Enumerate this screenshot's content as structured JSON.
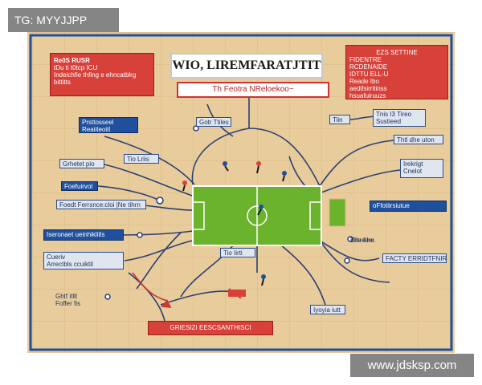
{
  "watermark_top": "TG: MYYJJPP",
  "watermark_bottom": "www.jdsksp.com",
  "title": "WIO, LIREMFARATJTIT",
  "subtitle": "Th Feotra NReloekoo~",
  "labels": {
    "tl_red_1": "Re0S RUSR",
    "tl_red_2": "tDu ti t0tcp ICU",
    "tl_red_3": "Indeichfie thfing e ehncatblrg",
    "tl_red_4": "bittitts",
    "tr_red_1": "EZS SETTINE",
    "tr_red_2": "FIDENTRE",
    "tr_red_3": "RCDENAIDE",
    "tr_red_4": "IDTTU ELL-U",
    "tr_red_5": "Reade Ibo",
    "tr_red_6": "aedifsirritinss",
    "tr_red_7": "hsuafuiruuzs",
    "l1_a": "Prsttosseel",
    "l1_b": "Reaiiteoitl",
    "l2": "Tio Lriis",
    "l3_pre": "Grhetet",
    "l3": "pio",
    "l4": "Foefuirvol",
    "l5": "Foedt Ferrsnce:cloi |Ne tihrn",
    "l6": "Iseronaet ueinhiklitls",
    "l7_pre": "Cueriv",
    "l7": "Arrectbls ccuiktil",
    "l8_a": "Ghtf itllt",
    "l8_b": "Foffer fis",
    "c1": "Gotr Ttiles",
    "c2": "Tio Iirti",
    "c3": "The fore.",
    "r1": "Tiin",
    "r2_a": "Tnis I3 Tireo",
    "r2_b": "Sustieed",
    "r3": "Thtl dhe uton",
    "r4_a": "Irekrigt",
    "r4_b": "Cnelot",
    "r5": "oFfotiirsiutue",
    "r6": "Bihreihe",
    "r7": "FACTY ERRIDTFNIRI",
    "r8": "Iyoyia iutt",
    "bottom": "GRIESIZI EESCSANTHISCI"
  }
}
